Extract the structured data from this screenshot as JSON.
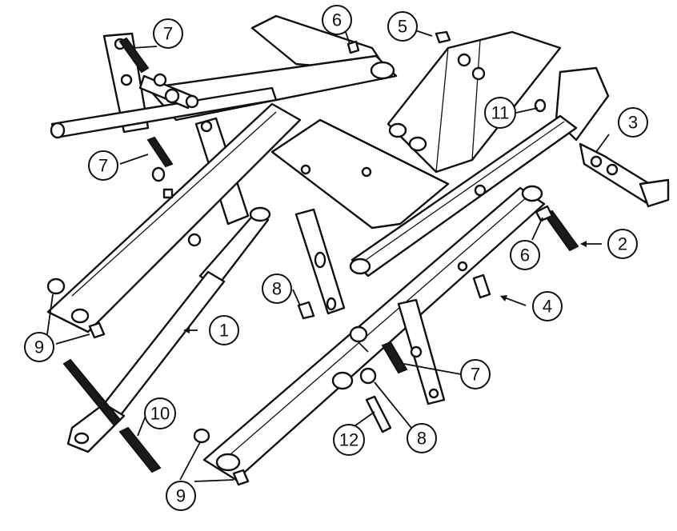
{
  "diagram": {
    "callouts": [
      {
        "id": "c1",
        "label": "1"
      },
      {
        "id": "c2",
        "label": "2"
      },
      {
        "id": "c3",
        "label": "3"
      },
      {
        "id": "c4",
        "label": "4"
      },
      {
        "id": "c5",
        "label": "5"
      },
      {
        "id": "c6a",
        "label": "6"
      },
      {
        "id": "c6b",
        "label": "6"
      },
      {
        "id": "c7a",
        "label": "7"
      },
      {
        "id": "c7b",
        "label": "7"
      },
      {
        "id": "c7c",
        "label": "7"
      },
      {
        "id": "c8a",
        "label": "8"
      },
      {
        "id": "c8b",
        "label": "8"
      },
      {
        "id": "c9a",
        "label": "9"
      },
      {
        "id": "c9b",
        "label": "9"
      },
      {
        "id": "c10",
        "label": "10"
      },
      {
        "id": "c11",
        "label": "11"
      },
      {
        "id": "c12",
        "label": "12"
      }
    ],
    "colors": {
      "ink": "#111111",
      "paper": "#ffffff"
    }
  }
}
